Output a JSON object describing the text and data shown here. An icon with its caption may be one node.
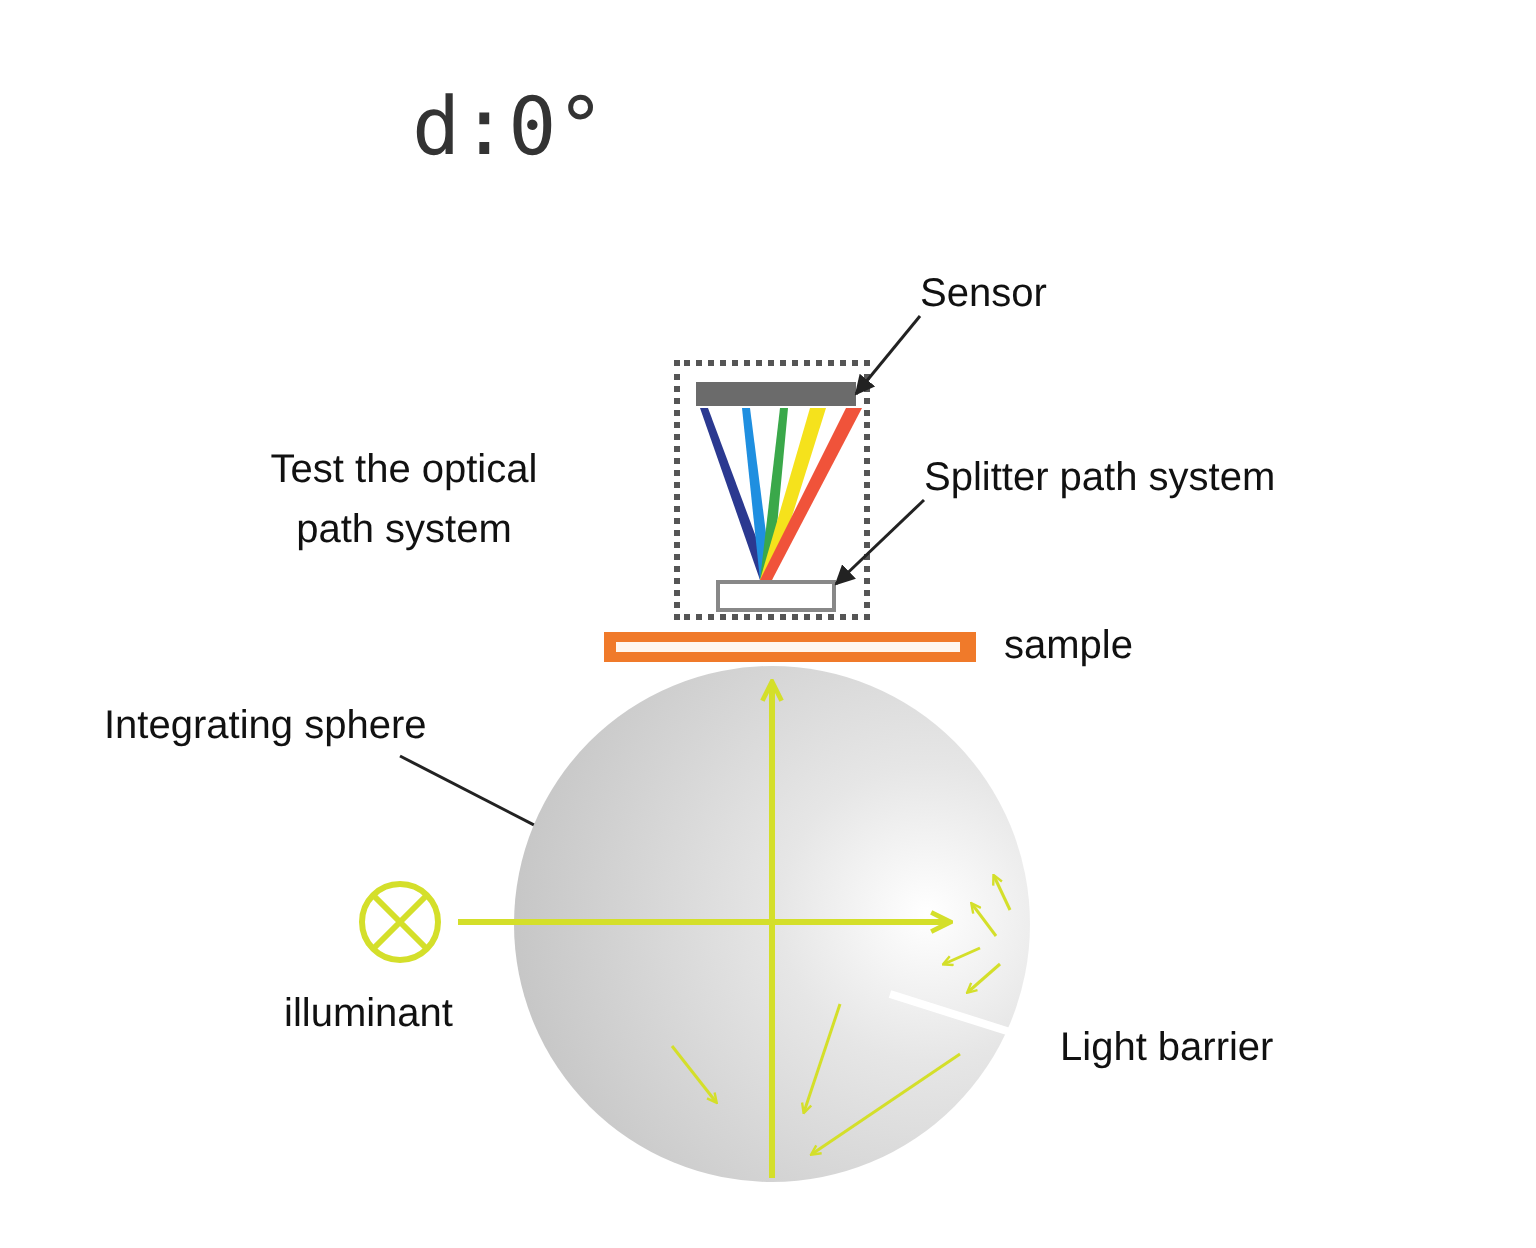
{
  "diagram": {
    "title": "d:0°",
    "nodes": [
      {
        "text": [
          "Sensor"
        ]
      },
      {
        "text": [],
        "shape": "bar"
      },
      {
        "text": [
          "Splitter path system"
        ]
      },
      {
        "text": [],
        "shape": "box"
      },
      {
        "text": [
          "Integrating sphere"
        ]
      },
      {
        "text": [],
        "shape": "circle"
      }
    ],
    "edges": [
      {
        "from": 0,
        "to": 1,
        "arrow": "to"
      },
      {
        "from": 2,
        "to": 3,
        "arrow": "to"
      },
      {
        "from": 4,
        "to": 5,
        "arrow": "none"
      }
    ],
    "labels": [
      "Test the optical path system",
      "sample",
      "illuminant",
      "Light barrier"
    ]
  }
}
